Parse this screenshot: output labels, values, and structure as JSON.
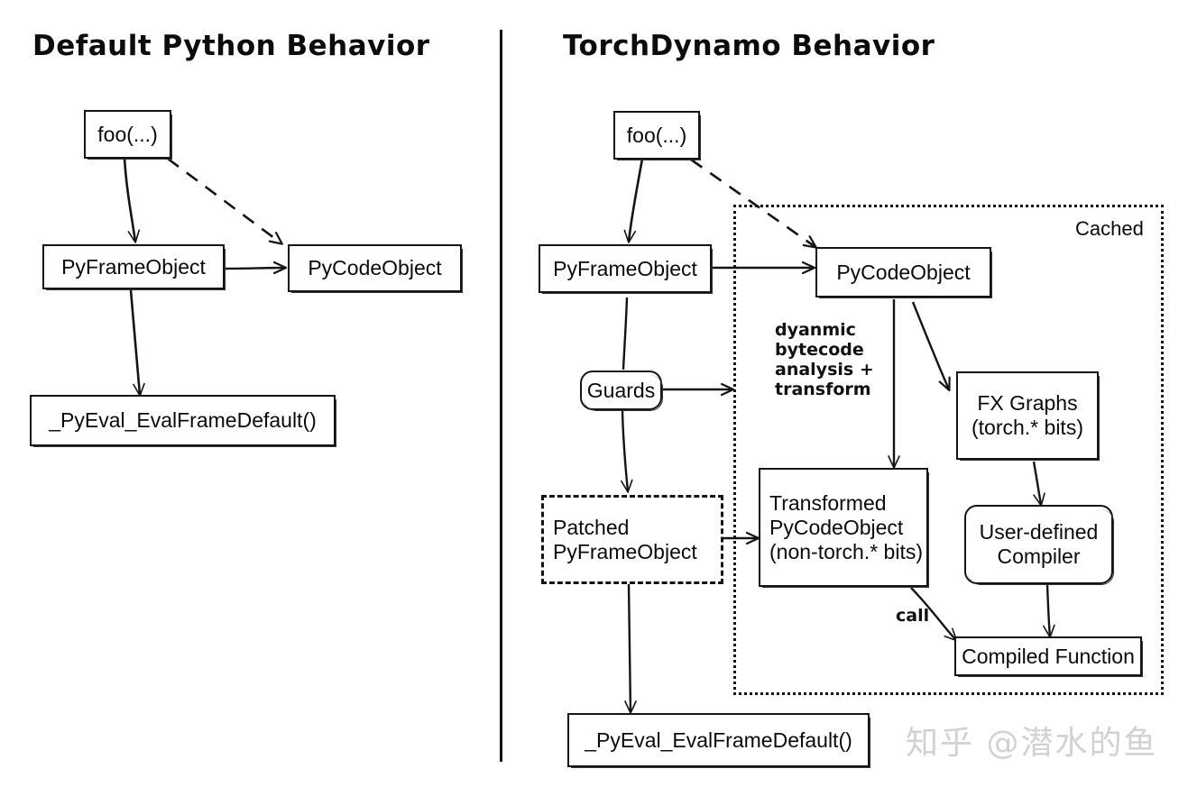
{
  "figure": {
    "watermark": "知乎 @潜水的鱼"
  },
  "panels": [
    {
      "id": "default-python",
      "title": "Default Python Behavior"
    },
    {
      "id": "torchdynamo",
      "title": "TorchDynamo Behavior"
    }
  ],
  "left_panel": {
    "nodes": {
      "foo": "foo(...)",
      "pyframeobject": "PyFrameObject",
      "pycodeobject": "PyCodeObject",
      "eval_frame_default": "_PyEval_EvalFrameDefault()"
    }
  },
  "right_panel": {
    "cached_label": "Cached",
    "nodes": {
      "foo": "foo(...)",
      "pyframeobject": "PyFrameObject",
      "pycodeobject": "PyCodeObject",
      "guards": "Guards",
      "patched_pyframeobject": "Patched\nPyFrameObject",
      "transformed_pycodeobject": "Transformed\nPyCodeObject\n(non-torch.* bits)",
      "fx_graphs": "FX Graphs\n(torch.* bits)",
      "user_defined_compiler": "User-defined\nCompiler",
      "compiled_function": "Compiled Function",
      "eval_frame_default": "_PyEval_EvalFrameDefault()"
    },
    "annotations": {
      "dynamic_transform": "dyanmic\nbytecode\nanalysis +\ntransform",
      "call": "call"
    }
  },
  "colors": {
    "stroke": "#141414",
    "text": "#0b0b0b",
    "watermark": "#d2d2d2",
    "background": "#ffffff"
  }
}
